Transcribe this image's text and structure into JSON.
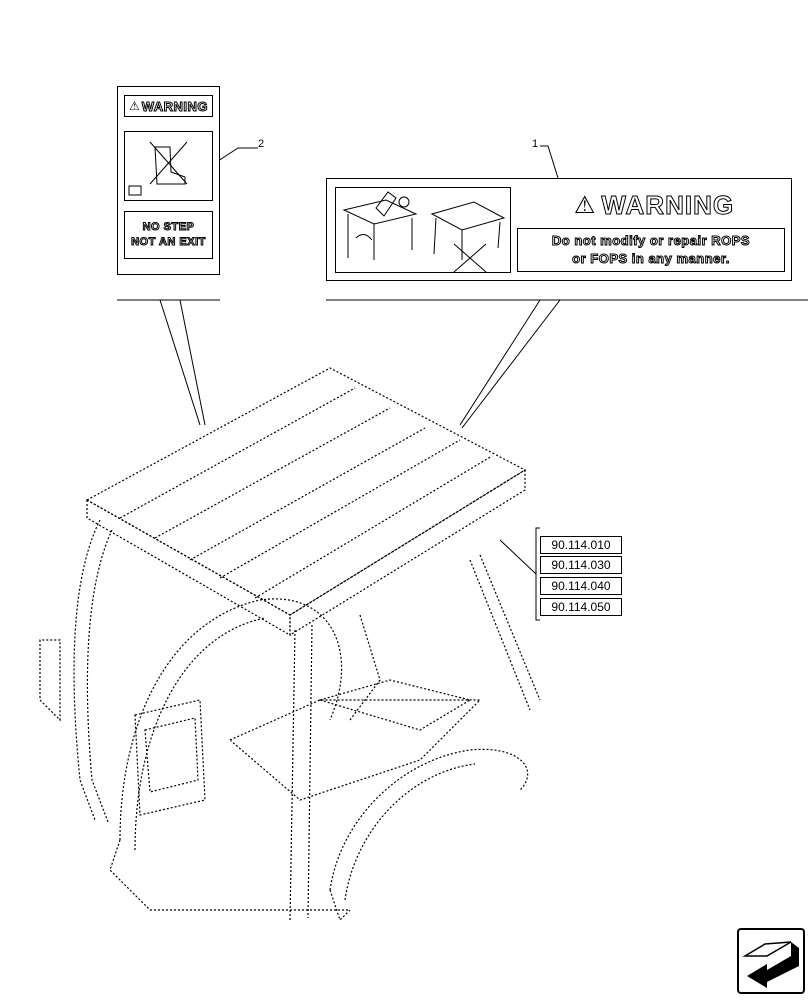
{
  "callouts": [
    "1",
    "2"
  ],
  "decal_2": {
    "header": "WARNING",
    "body_line1": "NO STEP",
    "body_line2": "NOT AN EXIT",
    "icon": "no-step-boot-icon"
  },
  "decal_1": {
    "header": "WARNING",
    "message_line1": "Do not modify or repair ROPS",
    "message_line2": "or FOPS in any manner.",
    "icon": "rops-modification-icon"
  },
  "references": [
    "90.114.010",
    "90.114.030",
    "90.114.040",
    "90.114.050"
  ],
  "nav": {
    "icon": "navigation-arrow-icon"
  }
}
